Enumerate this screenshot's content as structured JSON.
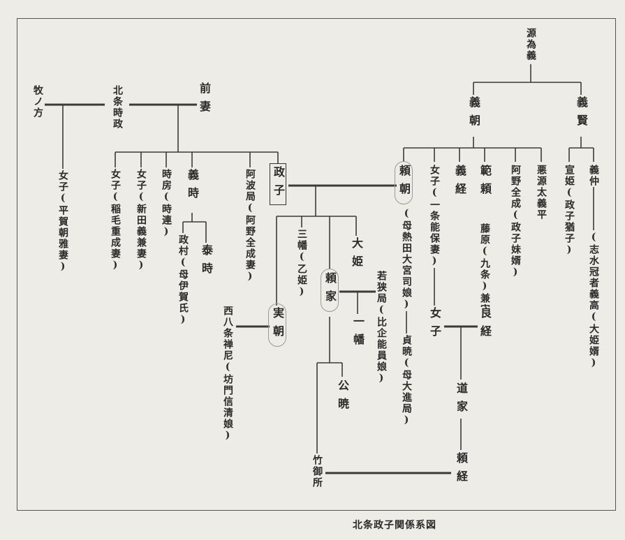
{
  "caption": "北条政子関係系図",
  "nodes": {
    "minamoto_tameyoshi": "源為義",
    "yoshitomo": "義朝",
    "yoshikata": "義賢",
    "yoshinaka": "義仲",
    "yoshinaka_wife": "(志水冠者義高(大姫婿)",
    "kannon_wife": "宣姫(政子猶子)",
    "makinokata": "牧ノ方",
    "hojo_tokimasa": "北条時政",
    "zensai": "前妻",
    "daughter_hiraga": "女子(平賀朝雅妻)",
    "daughter_inage": "女子(稲毛重成妻)",
    "daughter_nitta": "女子(新田義兼妻)",
    "tokifusa": "時房(時連)",
    "yoshitoki": "義時",
    "masamura": "政村(母伊賀氏)",
    "yasutoki": "泰時",
    "awa_no_tsubone": "阿波局(阿野全成妻)",
    "masako": "政子",
    "sanman": "三幡(乙姫)",
    "oohime": "大姫",
    "yoriie": "頼家",
    "ichiman": "一幡",
    "wakasa": "若狭局(比企能員娘)",
    "sanetomo": "実朝",
    "hachijo": "西八条禅尼(坊門信清娘)",
    "kugyo": "公暁",
    "takegosho": "竹御所",
    "yoritomo": "頼朝",
    "yoritomo_mother": "(母熱田大宮司娘)",
    "daughter_ichijo": "女子(一条能保妻)",
    "daughter2": "女子",
    "yoshitsune": "義経",
    "noriyori": "範頼",
    "ano_zenjo": "阿野全成(政子妹婿)",
    "akugenta": "悪源太義平",
    "sadagyo": "貞暁(母大進局)",
    "fujiwara": "藤原(九条)兼実",
    "yoshitsune2": "良経",
    "michiie": "道家",
    "yoritsune": "頼経"
  }
}
